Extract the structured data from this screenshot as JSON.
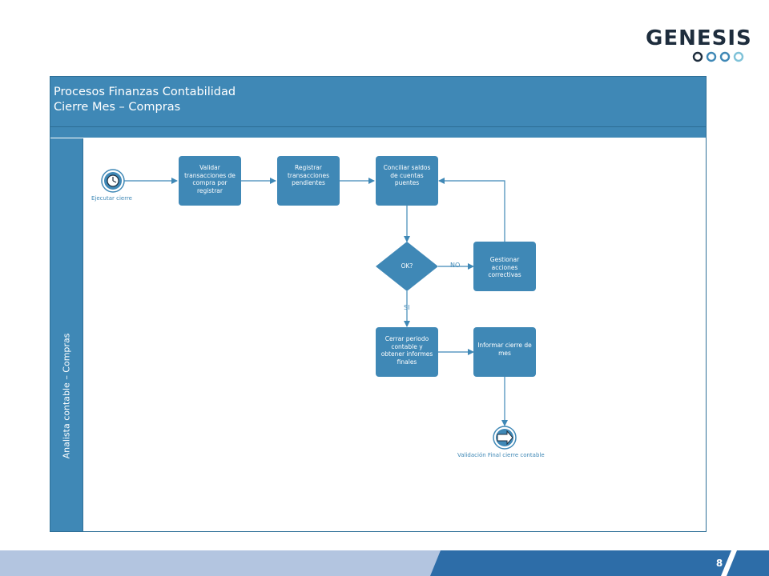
{
  "logo": {
    "text": "GENESIS",
    "ring_colors": [
      "#1e2d3d",
      "#3f88b6",
      "#3f88b6",
      "#7fc2d8"
    ]
  },
  "pool": {
    "title": "Procesos Finanzas Contabilidad\nCierre Mes – Compras",
    "lane_label": "Analista contable – Compras"
  },
  "nodes": {
    "start_event": {
      "caption": "Ejecutar cierre",
      "icon": "clock-icon"
    },
    "task_validar": "Validar transacciones de compra por registrar",
    "task_registrar": "Registrar transacciones pendientes",
    "task_conciliar": "Conciliar saldos de cuentas puentes",
    "gateway": "OK?",
    "flow_no": "NO",
    "flow_si": "SI",
    "task_gestionar": "Gestionar acciones correctivas",
    "task_cerrar": "Cerrar periodo contable y obtener informes finales",
    "task_informar": "Informar cierre de mes",
    "end_event": {
      "caption": "Validación Final cierre contable",
      "icon": "arrow-right-icon"
    }
  },
  "colors": {
    "primary": "#3f88b6",
    "footer": "#b3c5e0",
    "footer_accent": "#2d6da8"
  },
  "footer": {
    "page_number": "8"
  }
}
